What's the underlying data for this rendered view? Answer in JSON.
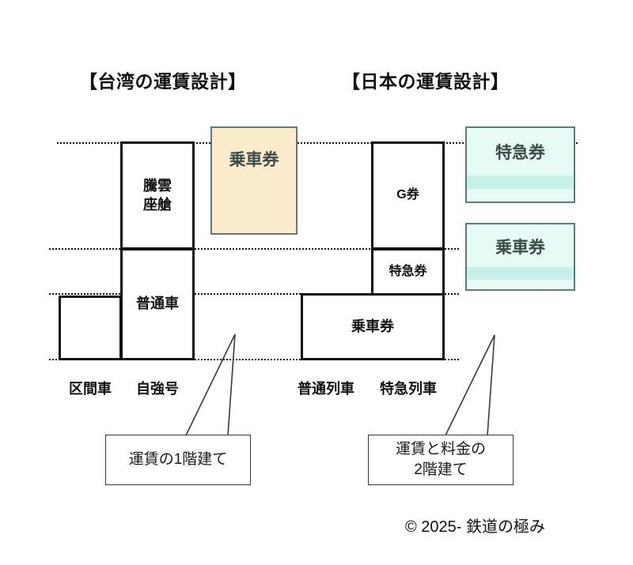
{
  "titles": {
    "left": "【台湾の運賃設計】",
    "right": "【日本の運賃設計】"
  },
  "left_diagram": {
    "bars": [
      {
        "name": "kujianche",
        "label": "",
        "category": "区間車"
      },
      {
        "name": "ziqianghao-futsu",
        "label": "普通車",
        "category": "自強号"
      },
      {
        "name": "ziqianghao-tenun",
        "label": "騰雲\n座艙",
        "category": ""
      }
    ],
    "categories": [
      "区間車",
      "自強号"
    ],
    "ticket": {
      "label": "乗車券",
      "fill": "#fbeccb",
      "border": "#5c7c7c"
    },
    "callout": "運賃の1階建て"
  },
  "right_diagram": {
    "bars": [
      {
        "name": "joshaken",
        "label": "乗車券"
      },
      {
        "name": "tokkyuken",
        "label": "特急券"
      },
      {
        "name": "g-ken",
        "label": "G券"
      }
    ],
    "categories": [
      "普通列車",
      "特急列車"
    ],
    "tickets": [
      {
        "label": "特急券",
        "fill": "#e8faf6",
        "stripe": "#c6f0ea",
        "border": "#5c7c7c"
      },
      {
        "label": "乗車券",
        "fill": "#e8faf6",
        "stripe": "#c6f0ea",
        "border": "#5c7c7c"
      }
    ],
    "callout": "運賃と料金の\n2階建て"
  },
  "footer": "© 2025- 鉄道の極み",
  "chart_data": {
    "type": "bar",
    "title": "台湾と日本の運賃設計の比較",
    "panels": [
      {
        "title": "【台湾の運賃設計】",
        "categories": [
          "区間車",
          "自強号"
        ],
        "stacks": [
          [
            {
              "label": "",
              "from": 0,
              "to": 1
            }
          ],
          [
            {
              "label": "普通車",
              "from": 0,
              "to": 2
            },
            {
              "label": "騰雲座艙",
              "from": 2,
              "to": 3
            }
          ]
        ],
        "note": "運賃の1階建て",
        "ticket_types": [
          "乗車券"
        ]
      },
      {
        "title": "【日本の運賃設計】",
        "categories": [
          "普通列車",
          "特急列車"
        ],
        "stacks": [
          [
            {
              "label": "乗車券",
              "from": 0,
              "to": 1
            }
          ],
          [
            {
              "label": "乗車券",
              "from": 0,
              "to": 1
            },
            {
              "label": "特急券",
              "from": 1,
              "to": 2
            },
            {
              "label": "G券",
              "from": 2,
              "to": 3
            }
          ]
        ],
        "note": "運賃と料金の2階建て",
        "ticket_types": [
          "特急券",
          "乗車券"
        ]
      }
    ],
    "gridlines": [
      0,
      1,
      2,
      3
    ],
    "grid": true,
    "legend": false,
    "xlabel": "",
    "ylabel": ""
  }
}
